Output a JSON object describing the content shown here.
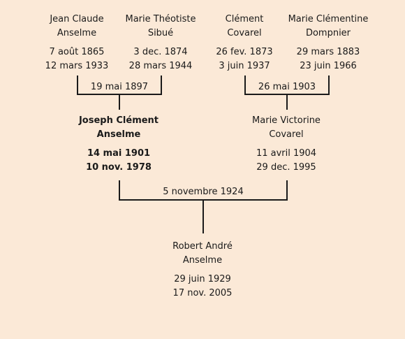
{
  "grandparents": [
    {
      "first": "Jean Claude",
      "last": "Anselme",
      "birth": "7 août 1865",
      "death": "12 mars 1933"
    },
    {
      "first": "Marie Théotiste",
      "last": "Sibué",
      "birth": "3 dec. 1874",
      "death": "28 mars 1944"
    },
    {
      "first": "Clément",
      "last": "Covarel",
      "birth": "26 fev. 1873",
      "death": "3 juin 1937"
    },
    {
      "first": "Marie Clémentine",
      "last": "Dompnier",
      "birth": "29 mars 1883",
      "death": "23 juin 1966"
    }
  ],
  "marriages": {
    "paternal": "19 mai 1897",
    "maternal": "26 mai 1903",
    "parents": "5 novembre 1924"
  },
  "parents": [
    {
      "first": "Joseph Clément",
      "last": "Anselme",
      "birth": "14 mai 1901",
      "death": "10 nov. 1978"
    },
    {
      "first": "Marie Victorine",
      "last": "Covarel",
      "birth": "11 avril 1904",
      "death": "29 dec. 1995"
    }
  ],
  "subject": {
    "first": "Robert André",
    "last": "Anselme",
    "birth": "29 juin 1929",
    "death": "17 nov. 2005"
  }
}
